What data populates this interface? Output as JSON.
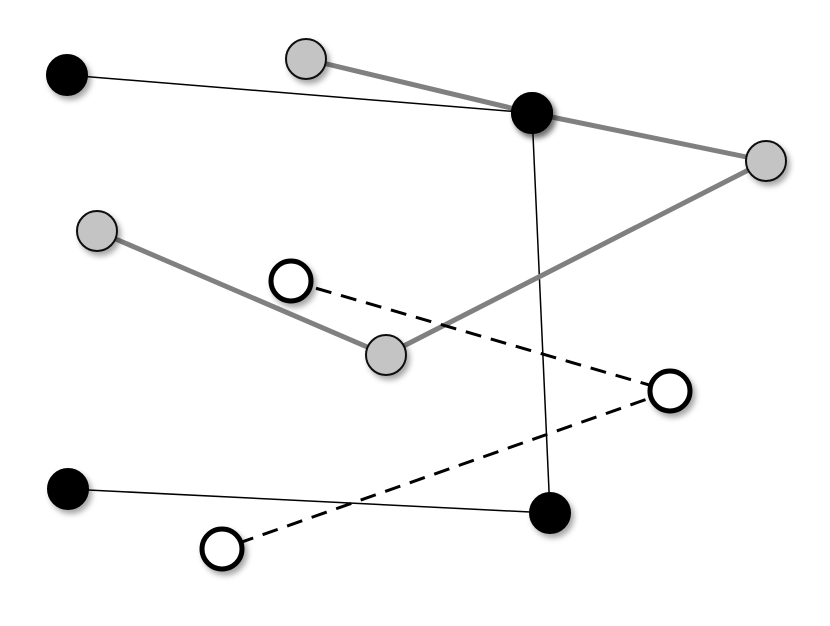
{
  "styles": {
    "black": {
      "fill": "#000000",
      "stroke": "#000000",
      "edge_color": "#000000",
      "edge_dash": "none"
    },
    "gray": {
      "fill": "#c4c4c4",
      "stroke": "#111111",
      "edge_color": "#808080",
      "edge_dash": "none"
    },
    "white": {
      "fill": "#ffffff",
      "stroke": "#000000",
      "edge_color": "#000000",
      "edge_dash": "16 10"
    }
  },
  "paths": [
    {
      "style": "black",
      "nodes": [
        1,
        2,
        3,
        4
      ]
    },
    {
      "style": "gray",
      "nodes": [
        1,
        2,
        3,
        4,
        5
      ]
    },
    {
      "style": "white",
      "nodes": [
        1,
        2,
        3
      ]
    }
  ]
}
